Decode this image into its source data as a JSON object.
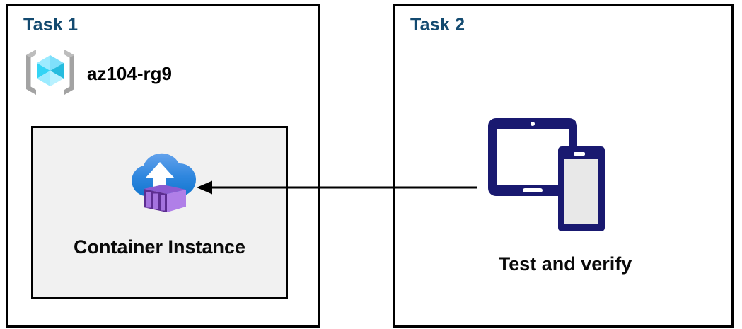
{
  "diagram": {
    "title_color": "#134A70",
    "panels": [
      {
        "id": "task1",
        "title": "Task 1",
        "resource_group": {
          "icon": "azure-resource-group-icon",
          "name": "az104-rg9"
        },
        "resource": {
          "icon": "azure-container-instance-icon",
          "label": "Container Instance"
        }
      },
      {
        "id": "task2",
        "title": "Task 2",
        "step": {
          "icon": "devices-tablet-phone-icon",
          "label": "Test and verify"
        }
      }
    ],
    "connector": {
      "name": "flow-arrow",
      "direction": "right-to-left",
      "from": "Test and verify",
      "to": "Container Instance"
    },
    "colors": {
      "panel_border": "#000000",
      "resource_box_fill": "#f1f1f1",
      "device_navy": "#191970",
      "cloud_blue_light": "#5B9BE8",
      "cloud_blue_dark": "#1277CF",
      "container_purple_light": "#B07FE8",
      "container_purple_dark": "#5C2D91",
      "cube_cyan": "#50E6FF",
      "bracket_gray": "#A3A3A3"
    }
  }
}
